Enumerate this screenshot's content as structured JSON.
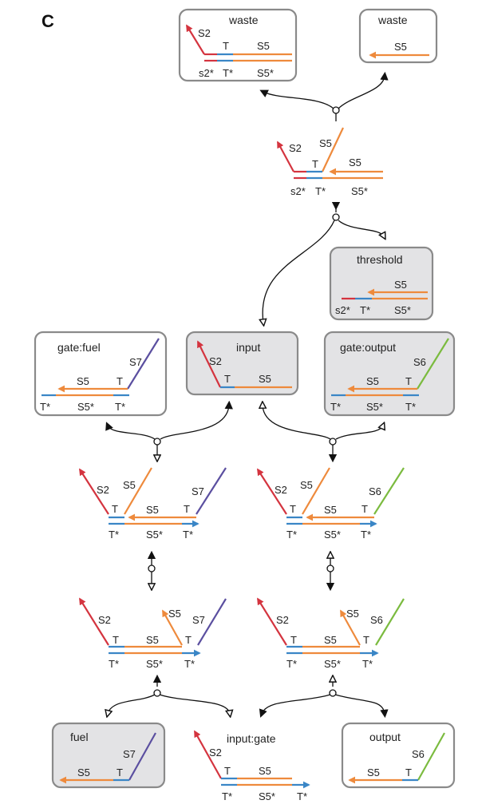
{
  "panel_label": "C",
  "boxes": {
    "waste1": "waste",
    "waste2": "waste",
    "threshold": "threshold",
    "input": "input",
    "gate_fuel": "gate:fuel",
    "gate_output": "gate:output",
    "fuel": "fuel",
    "input_gate": "input:gate",
    "output": "output"
  },
  "domains": {
    "s2": "S2",
    "s5": "S5",
    "s6": "S6",
    "s7": "S7",
    "t": "T",
    "t_star": "T*",
    "s5_star": "S5*",
    "s2_star_lower": "s2*"
  },
  "colors": {
    "s2": "#d4343f",
    "toehold": "#3a86c6",
    "s5": "#ee8a3c",
    "s7": "#5b4fa0",
    "s6": "#7bbb3f",
    "box_gray": "#e3e3e5"
  }
}
